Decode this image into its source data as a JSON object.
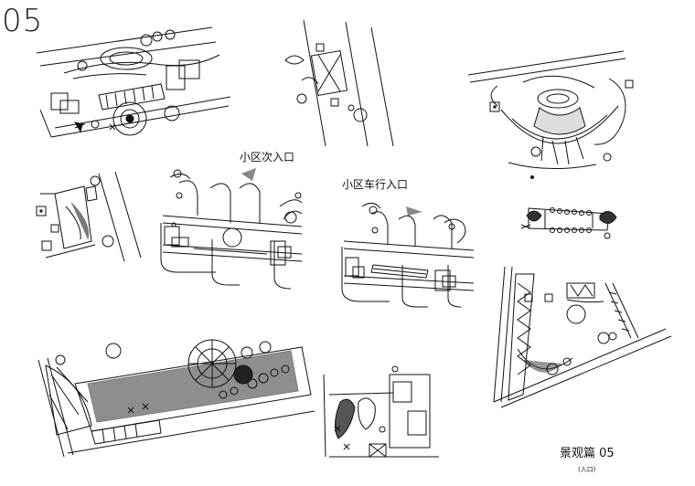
{
  "sheet": {
    "number": "05",
    "footer_title": "景观篇 05",
    "footer_subtitle": "(入口)"
  },
  "plans": [
    {
      "id": "top-left",
      "title": ""
    },
    {
      "id": "top-center",
      "title": ""
    },
    {
      "id": "top-right",
      "title": ""
    },
    {
      "id": "mid-left",
      "title": ""
    },
    {
      "id": "secondary-entrance",
      "title": "小区次入口"
    },
    {
      "id": "vehicle-entrance",
      "title": "小区车行入口"
    },
    {
      "id": "mid-right",
      "title": ""
    },
    {
      "id": "bottom-left",
      "title": ""
    },
    {
      "id": "bottom-center",
      "title": ""
    },
    {
      "id": "bottom-right",
      "title": ""
    }
  ],
  "colors": {
    "ink": "#111111",
    "paper": "#ffffff",
    "fill": "#333333"
  }
}
